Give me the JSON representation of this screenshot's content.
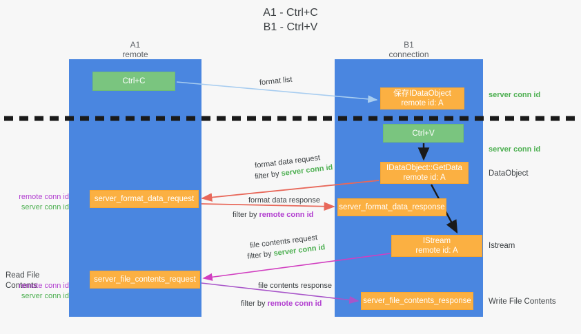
{
  "title": {
    "line1": "A1 - Ctrl+C",
    "line2": "B1 - Ctrl+V"
  },
  "lanes": [
    {
      "name": "A1",
      "sub": "remote",
      "color": "#4a86e0"
    },
    {
      "name": "B1",
      "sub": "connection",
      "color": "#4a86e0"
    }
  ],
  "nodes": {
    "ctrl_c": {
      "label": "Ctrl+C",
      "color": "#7ac57f"
    },
    "idataobject": {
      "line1": "保存IDataObject",
      "line2": "remote id: A",
      "color": "#fbb042"
    },
    "ctrl_v": {
      "label": "Ctrl+V",
      "color": "#7ac57f"
    },
    "getdata": {
      "line1": "IDataObject::GetData",
      "line2": "remote id: A",
      "color": "#fbb042"
    },
    "format_data_request": {
      "label": "server_format_data_request",
      "color": "#fbb042"
    },
    "format_data_response": {
      "label": "server_format_data_response",
      "color": "#fbb042"
    },
    "istream": {
      "line1": "IStream",
      "line2": "remote id: A",
      "color": "#fbb042"
    },
    "file_contents_request": {
      "label": "server_file_contents_request",
      "color": "#fbb042"
    },
    "file_contents_response": {
      "label": "server_file_contents_response",
      "color": "#fbb042"
    }
  },
  "annotations": {
    "format_list": "format list",
    "format_data_request": "format data request",
    "format_data_request_filter_prefix": "filter by ",
    "format_data_request_filter_key": "server conn id",
    "format_data_response": "format data response",
    "format_data_response_filter_prefix": "filter by ",
    "format_data_response_filter_key": "remote conn id",
    "file_contents_request": "file contents request",
    "file_contents_request_filter_prefix": "filter by ",
    "file_contents_request_filter_key": "server conn id",
    "file_contents_response": "file contents response",
    "file_contents_response_filter_prefix": "filter by ",
    "file_contents_response_filter_key": "remote conn id"
  },
  "side_labels": {
    "server_conn_id_1": "server conn id",
    "server_conn_id_2": "server conn id",
    "dataobject": "DataObject",
    "istream": "Istream",
    "write_file_contents": "Write File Contents",
    "read_file_contents": "Read File Contents",
    "left_remote_1": "remote conn id",
    "left_server_1": "server conn id",
    "left_remote_2": "remote conn id",
    "left_server_2": "server conn id"
  },
  "colors": {
    "lane": "#4a86e0",
    "green_node": "#7ac57f",
    "orange_node": "#fbb042",
    "server_conn_id": "#4caf50",
    "remote_conn_id": "#b23fd0",
    "arrow_light_blue": "#a8cdf0",
    "arrow_red": "#e8685a",
    "arrow_magenta": "#d13fc0",
    "arrow_purple": "#a855c9",
    "arrow_black": "#1a1a1a",
    "divider": "#1a1a1a",
    "background": "#f7f7f7"
  }
}
